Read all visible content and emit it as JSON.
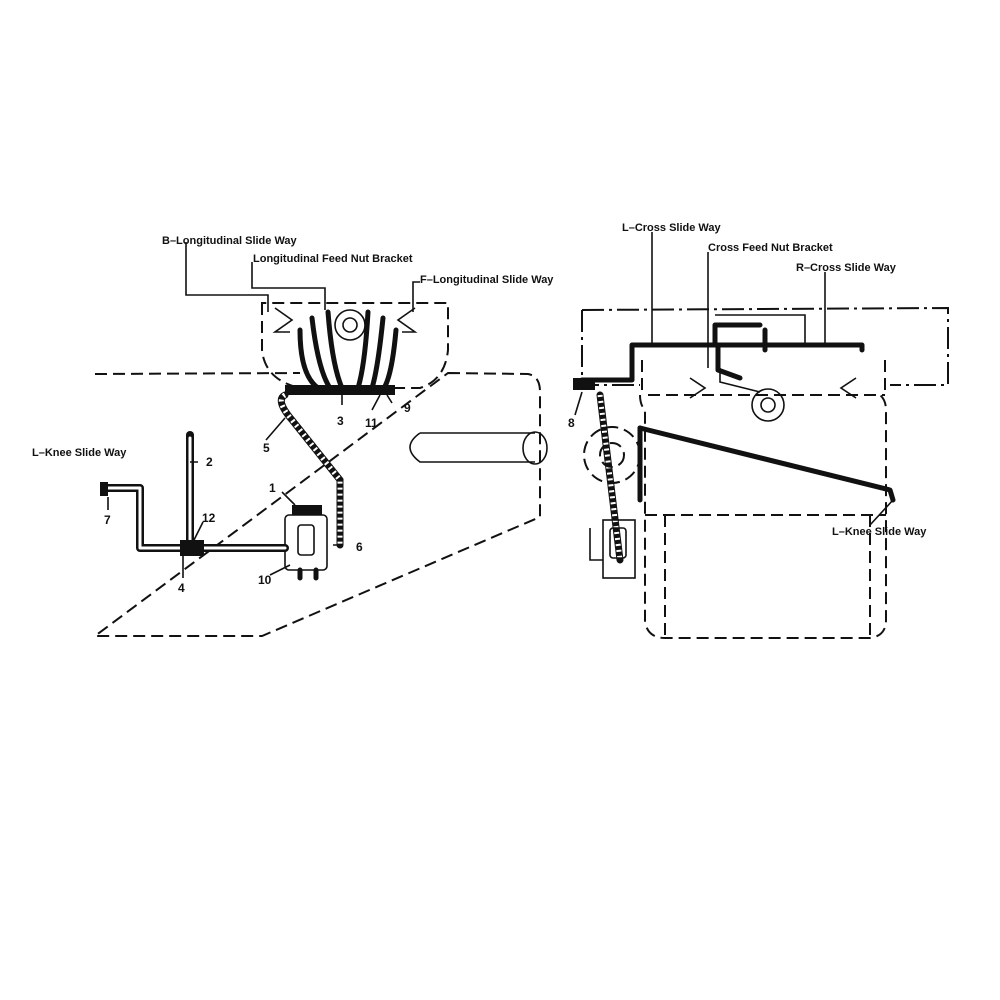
{
  "left_view": {
    "labels": {
      "b_slide": "B–Longitudinal Slide Way",
      "feed_nut": "Longitudinal Feed Nut Bracket",
      "f_slide": "F–Longitudinal Slide Way",
      "knee": "L–Knee Slide Way"
    },
    "callouts": [
      "1",
      "2",
      "3",
      "4",
      "5",
      "6",
      "7",
      "9",
      "10",
      "11",
      "12"
    ]
  },
  "right_view": {
    "labels": {
      "l_cross": "L–Cross Slide Way",
      "cross_nut": "Cross Feed Nut Bracket",
      "r_cross": "R–Cross Slide Way",
      "knee": "L–Knee Slide Way"
    },
    "callouts": [
      "8"
    ]
  }
}
